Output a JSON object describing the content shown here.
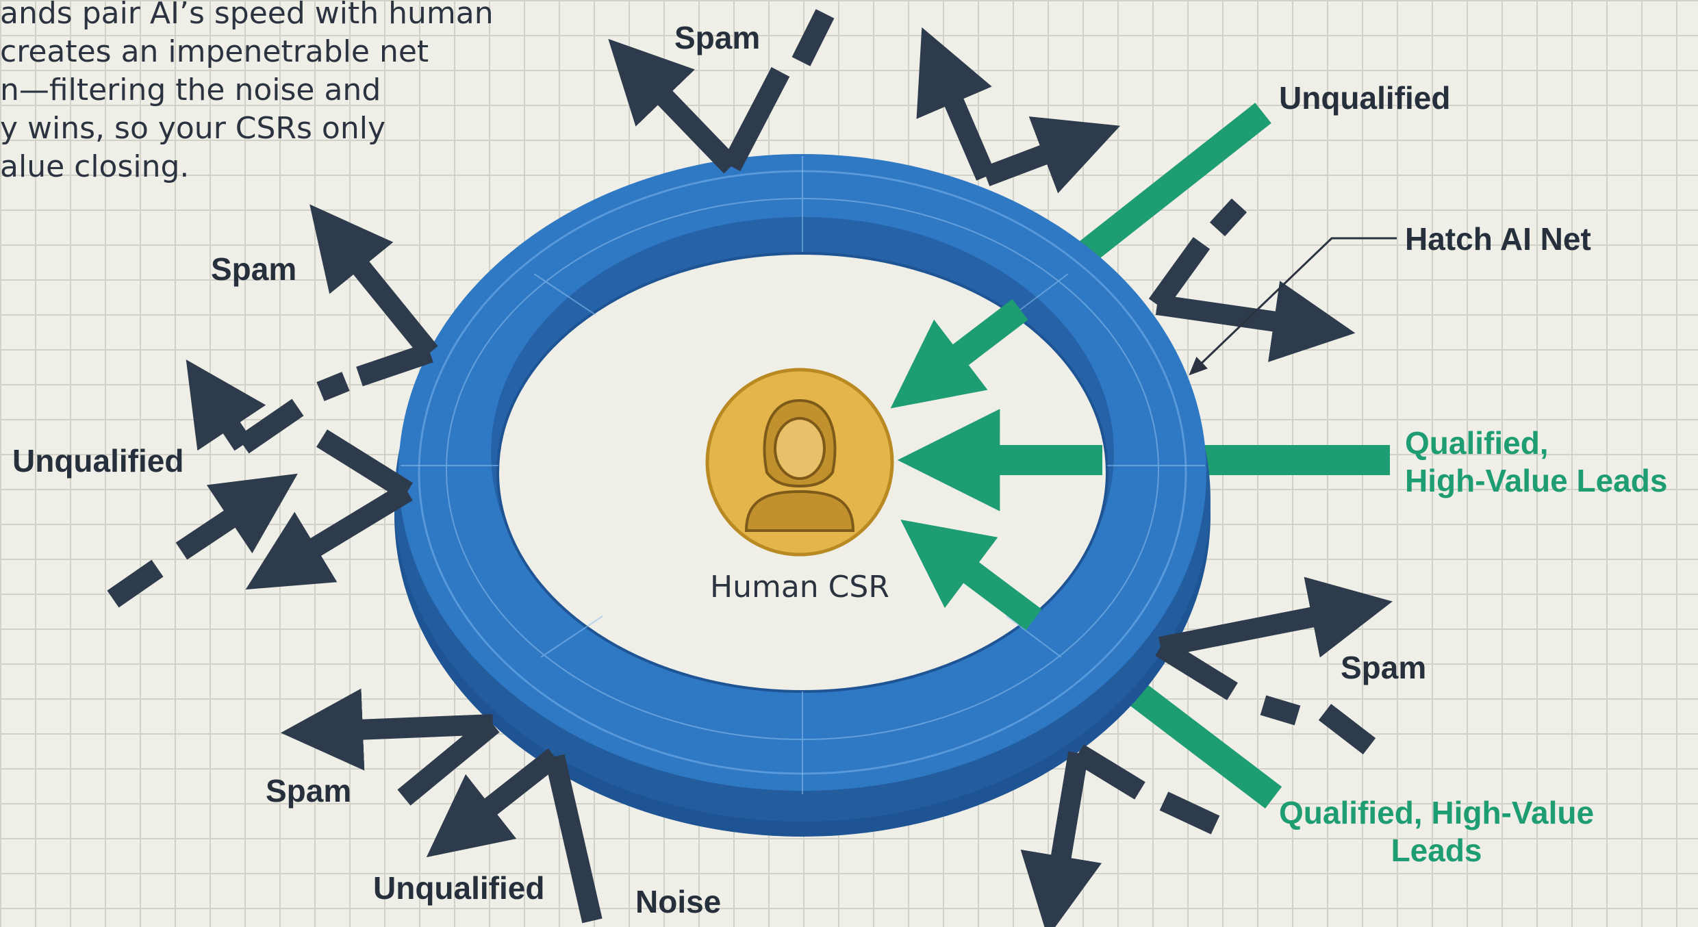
{
  "intro": {
    "lines": [
      "ands pair AI’s speed with human",
      " creates an impenetrable net",
      "n—filtering the noise and",
      "y wins, so your CSRs only",
      "alue closing."
    ]
  },
  "net": {
    "label": "Hatch AI Net"
  },
  "center": {
    "label": "Human CSR"
  },
  "labels": {
    "spam_top": "Spam",
    "unqualified_top_right": "Unqualified",
    "spam_left": "Spam",
    "unqualified_left": "Unqualified",
    "qualified_right_line1": "Qualified,",
    "qualified_right_line2": "High-Value Leads",
    "spam_right": "Spam",
    "qualified_bottom_line1": "Qualified, High-Value",
    "qualified_bottom_line2": "Leads",
    "spam_bottom_left": "Spam",
    "unqualified_bottom": "Unqualified",
    "noise_bottom": "Noise"
  },
  "colors": {
    "ring": "#2e78c4",
    "ring_dark": "#235d9e",
    "spam_arrow": "#2e3b4c",
    "qualified_arrow": "#1e9c72",
    "csr_badge": "#e4b54a",
    "background": "#efeee7"
  },
  "icons": [
    "person-icon",
    "arrow-icon"
  ]
}
